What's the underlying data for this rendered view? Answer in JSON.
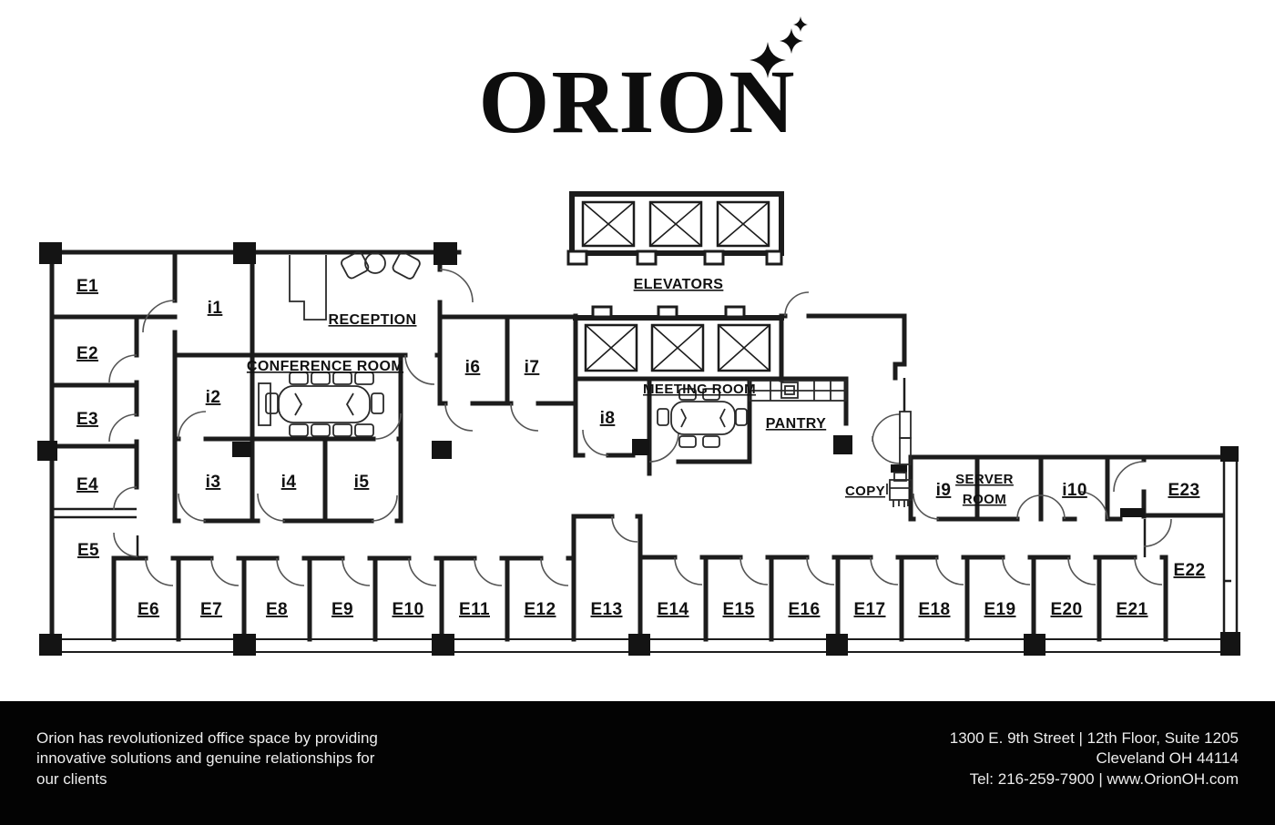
{
  "logo": {
    "brand": "ORION"
  },
  "floorplan": {
    "rooms": {
      "e1": "E1",
      "e2": "E2",
      "e3": "E3",
      "e4": "E4",
      "e5": "E5",
      "e6": "E6",
      "e7": "E7",
      "e8": "E8",
      "e9": "E9",
      "e10": "E10",
      "e11": "E11",
      "e12": "E12",
      "e13": "E13",
      "e14": "E14",
      "e15": "E15",
      "e16": "E16",
      "e17": "E17",
      "e18": "E18",
      "e19": "E19",
      "e20": "E20",
      "e21": "E21",
      "e22": "E22",
      "e23": "E23",
      "i1": "i1",
      "i2": "i2",
      "i3": "i3",
      "i4": "i4",
      "i5": "i5",
      "i6": "i6",
      "i7": "i7",
      "i8": "i8",
      "i9": "i9",
      "i10": "i10"
    },
    "areas": {
      "reception": "RECEPTION",
      "conference": "CONFERENCE ROOM",
      "elevators": "ELEVATORS",
      "meeting": "MEETING ROOM",
      "pantry": "PANTRY",
      "copy": "COPY",
      "server_line1": "SERVER",
      "server_line2": "ROOM"
    }
  },
  "footer": {
    "tagline_line1": "Orion has revolutionized office space by providing",
    "tagline_line2": "innovative solutions and genuine relationships for",
    "tagline_line3": "our clients",
    "address_line1": "1300 E. 9th Street | 12th Floor, Suite 1205",
    "address_line2": "Cleveland OH 44114",
    "contact_line": "Tel: 216-259-7900 | www.OrionOH.com"
  },
  "colors": {
    "wall": "#1c1c1c",
    "background": "#ffffff",
    "footer_bg": "#000000",
    "footer_text": "#ededed"
  }
}
